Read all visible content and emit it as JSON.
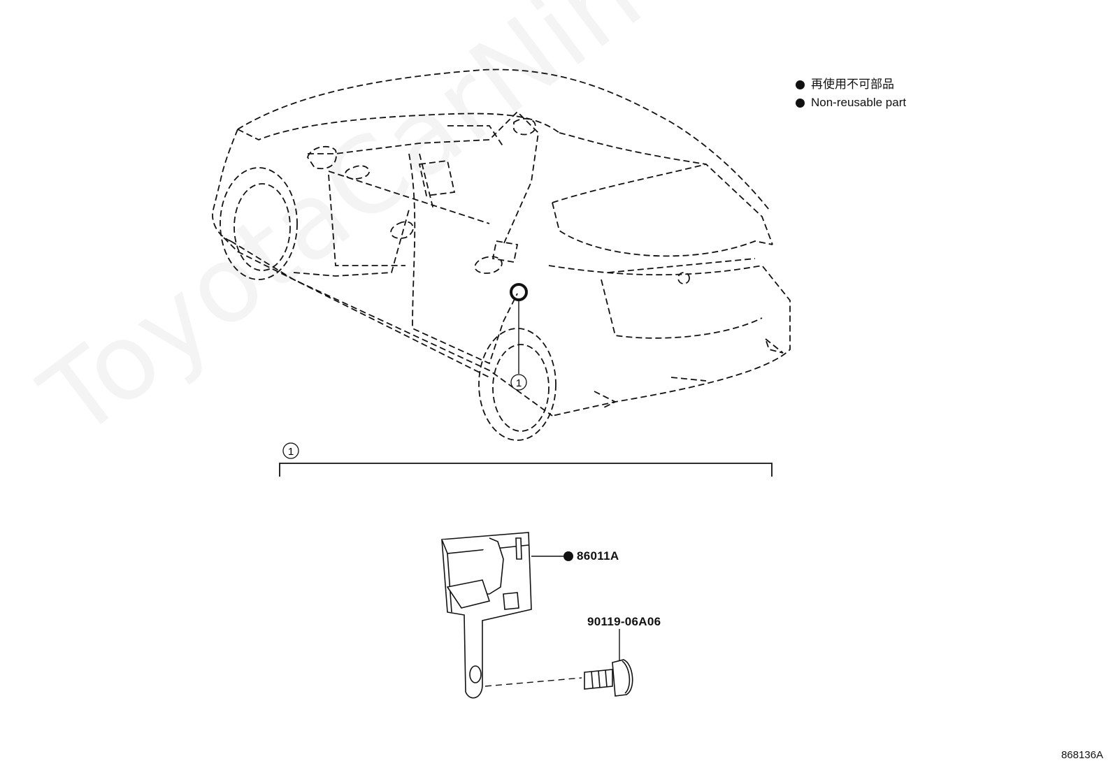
{
  "legend": {
    "jp_label": "再使用不可部品",
    "en_label": "Non-reusable part"
  },
  "callouts": {
    "car_ref": "1",
    "group_ref": "1"
  },
  "parts": [
    {
      "number": "86011A",
      "non_reusable": true
    },
    {
      "number": "90119-06A06",
      "non_reusable": false
    }
  ],
  "drawing_id": "868136A",
  "watermark": "ToyotaCarNine.ru",
  "colors": {
    "line": "#111111",
    "watermark": "#0000000b"
  }
}
